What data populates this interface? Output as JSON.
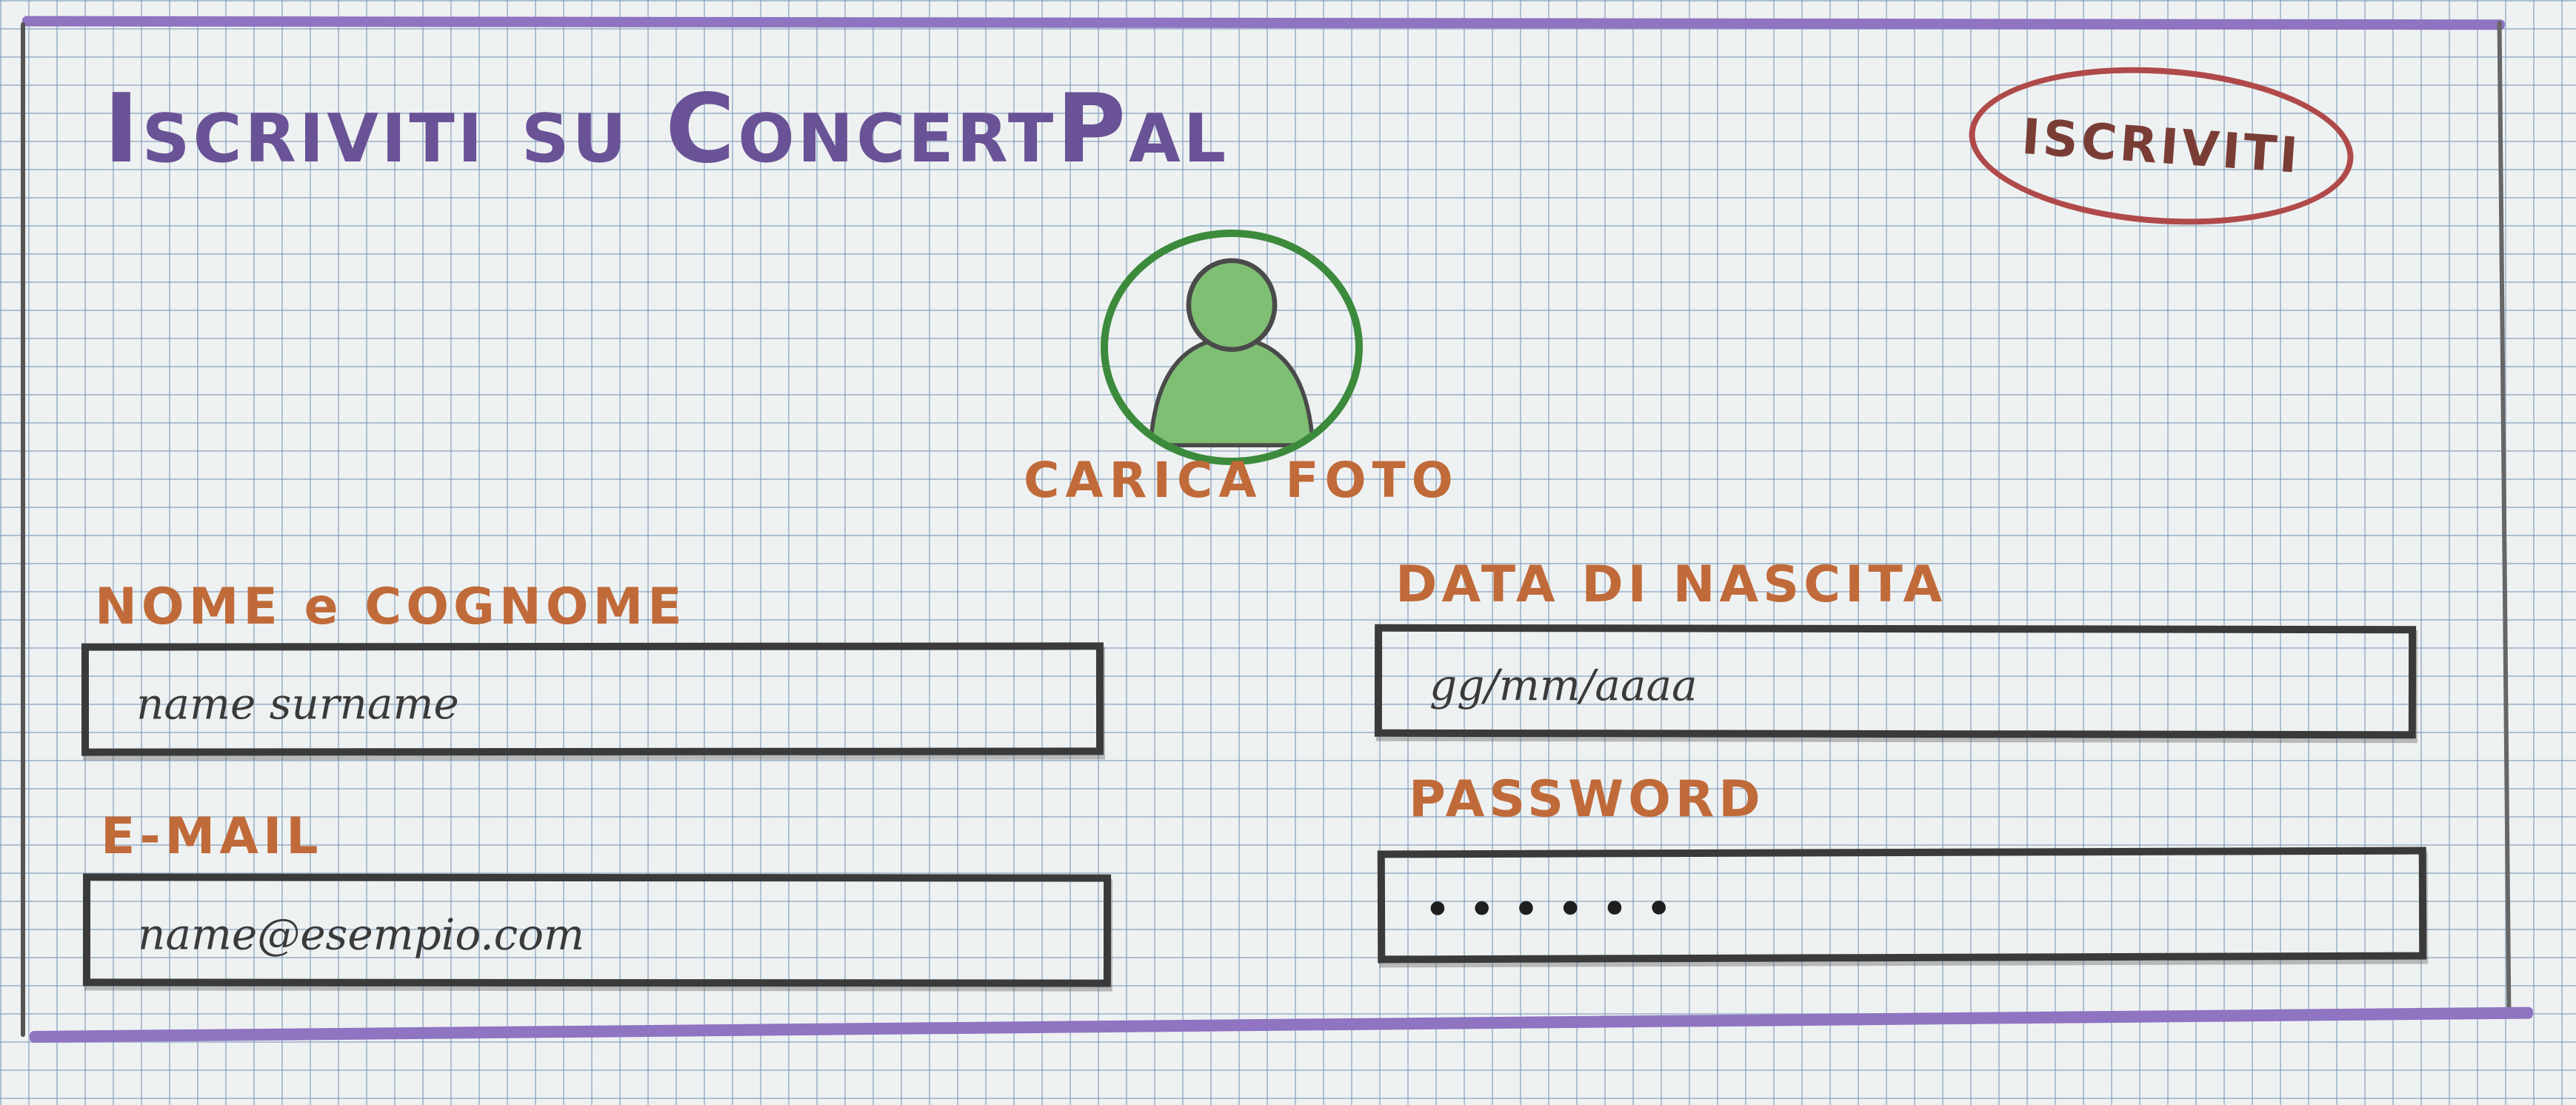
{
  "page_title": "Iscriviti su ConcertPal",
  "signup_button": {
    "label": "ISCRIVITI"
  },
  "avatar": {
    "upload_label": "CARICA FOTO",
    "icon": "user-avatar-icon"
  },
  "form": {
    "name": {
      "label": "NOME e COGNOME",
      "placeholder": "name surname"
    },
    "email": {
      "label": "E-MAIL",
      "placeholder": "name@esempio.com"
    },
    "birthdate": {
      "label": "DATA DI NASCITA",
      "placeholder": "gg/mm/aaaa"
    },
    "password": {
      "label": "PASSWORD",
      "value": "••••••"
    }
  },
  "colors": {
    "title": "#6a5296",
    "frame": "#8f74c2",
    "button_outline": "#b04a4a",
    "avatar": "#3c8a3c",
    "labels": "#c06a3a",
    "field_border": "#3a3a3a"
  }
}
